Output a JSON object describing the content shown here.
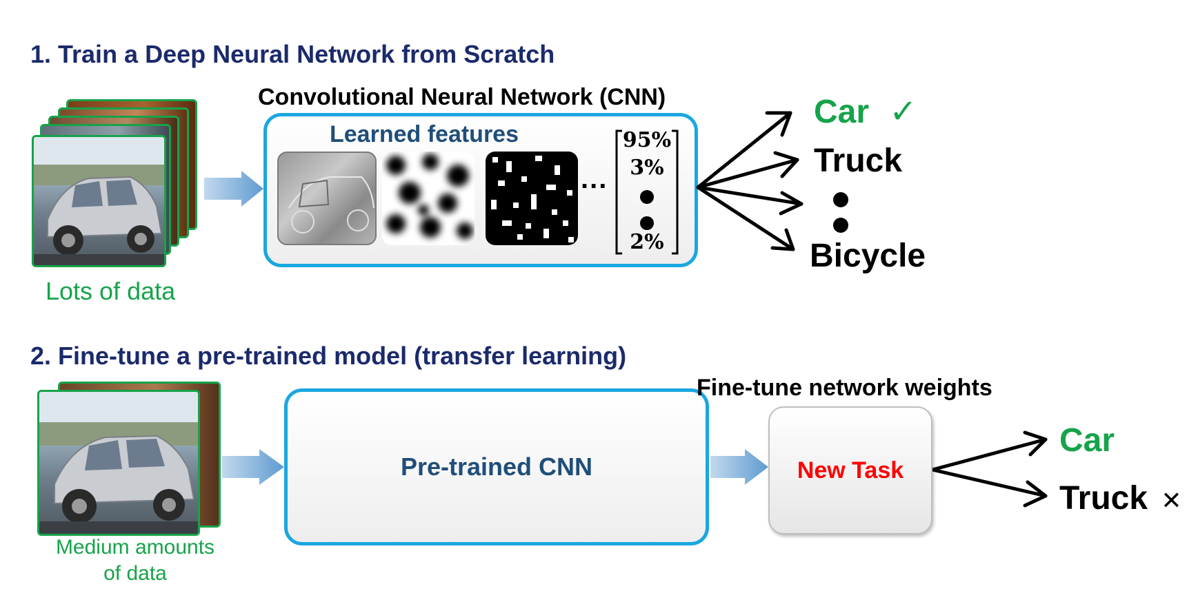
{
  "section1": {
    "title": "1. Train a Deep Neural Network from Scratch",
    "cnn_label": "Convolutional Neural Network (CNN)",
    "features_label": "Learned features",
    "data_label": "Lots of data",
    "dots": "...",
    "probabilities": [
      "95%",
      "3%",
      "2%"
    ],
    "outputs": [
      {
        "label": "Car",
        "mark": "✓",
        "color": "#16a34a"
      },
      {
        "label": "Truck",
        "mark": "",
        "color": "#000000"
      },
      {
        "label": "Bicycle",
        "mark": "",
        "color": "#000000"
      }
    ]
  },
  "section2": {
    "title": "2. Fine-tune a pre-trained model (transfer learning)",
    "finetune_label": "Fine-tune network weights",
    "cnn_box": "Pre-trained CNN",
    "new_task": "New Task",
    "data_label_line1": "Medium amounts",
    "data_label_line2": "of data",
    "outputs": [
      {
        "label": "Car",
        "mark": "",
        "color": "#16a34a"
      },
      {
        "label": "Truck",
        "mark": "✕",
        "color": "#000000"
      }
    ]
  },
  "colors": {
    "title": "#1b2a6b",
    "accent_green": "#16a34a",
    "panel_border": "#1aa7e0",
    "arrow_blue": "#6fa8d6",
    "new_task_red": "#ff0000",
    "panel_text": "#1f4e79"
  }
}
